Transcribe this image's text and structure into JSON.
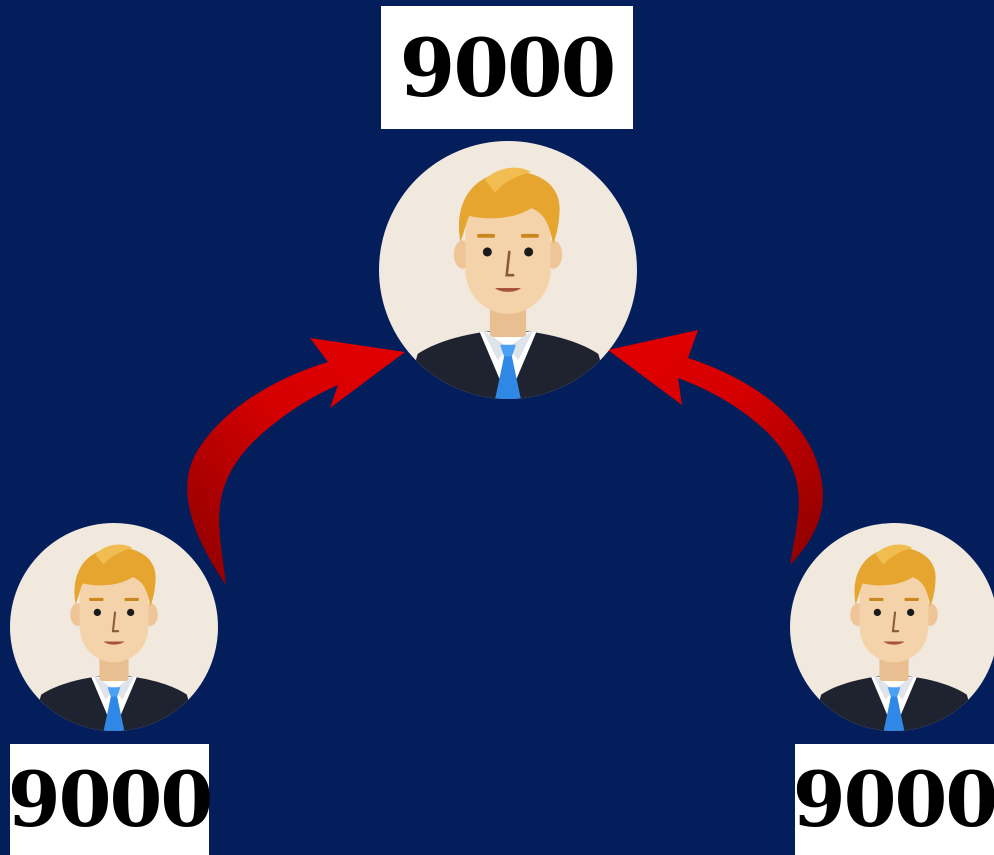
{
  "labels": {
    "top": "9000",
    "left": "9000",
    "right": "9000"
  },
  "colors": {
    "background": "#041e5c",
    "arrow": "#cc0000",
    "label_bg": "#ffffff",
    "label_text": "#000000",
    "avatar_bg": "#f1e9de",
    "hair": "#e5a52e",
    "skin": "#f5d3aa",
    "suit": "#1f2330",
    "shirt": "#ffffff",
    "tie": "#2f87e6"
  },
  "icons": {
    "person": "businessman-avatar-icon",
    "arrow": "curved-arrow-icon"
  }
}
